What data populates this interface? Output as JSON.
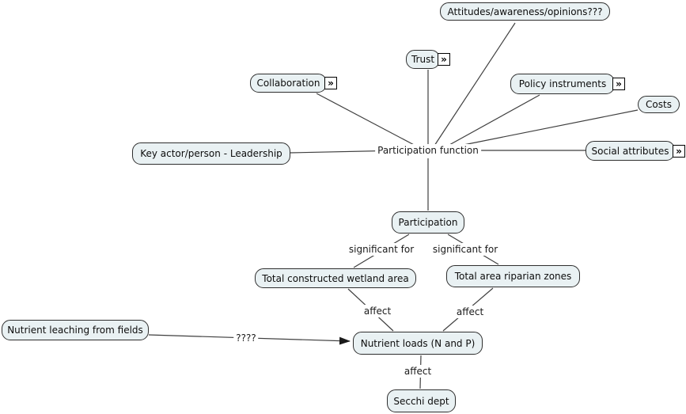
{
  "diagram": {
    "type": "concept-map",
    "background": "#ffffff",
    "node_fill": "#e9f1f3",
    "node_border": "#2e2e2e",
    "line_color": "#3f3f3f",
    "expand_icon_glyph": "»"
  },
  "nodes": [
    {
      "label": "Attitudes/awareness/opinions???",
      "expand": false
    },
    {
      "label": "Trust",
      "expand": true
    },
    {
      "label": "Collaboration",
      "expand": true
    },
    {
      "label": "Policy instruments",
      "expand": true
    },
    {
      "label": "Costs",
      "expand": false
    },
    {
      "label": "Key actor/person - Leadership",
      "expand": false
    },
    {
      "label": "Social attributes",
      "expand": true
    },
    {
      "label": "Participation",
      "expand": false
    },
    {
      "label": "Total constructed wetland area",
      "expand": false
    },
    {
      "label": "Total area riparian zones",
      "expand": false
    },
    {
      "label": "Nutrient leaching from fields",
      "expand": false
    },
    {
      "label": "Nutrient loads (N and P)",
      "expand": false
    },
    {
      "label": "Secchi dept",
      "expand": false
    }
  ],
  "link_labels": {
    "participation_function": "Participation function",
    "significant_for_left": "significant for",
    "significant_for_right": "significant for",
    "affect_left": "affect",
    "affect_right": "affect",
    "unknown_effect": "????",
    "affect_bottom": "affect"
  },
  "connections": [
    {
      "from": "Attitudes/awareness/opinions???",
      "to": "Participation function",
      "arrow": false
    },
    {
      "from": "Trust",
      "to": "Participation function",
      "arrow": false
    },
    {
      "from": "Collaboration",
      "to": "Participation function",
      "arrow": false
    },
    {
      "from": "Policy instruments",
      "to": "Participation function",
      "arrow": false
    },
    {
      "from": "Costs",
      "to": "Participation function",
      "arrow": false
    },
    {
      "from": "Key actor/person - Leadership",
      "to": "Participation function",
      "arrow": false
    },
    {
      "from": "Social attributes",
      "to": "Participation function",
      "arrow": false
    },
    {
      "from": "Participation function",
      "to": "Participation",
      "arrow": false
    },
    {
      "from": "Participation",
      "label": "significant for",
      "to": "Total constructed wetland area",
      "arrow": false
    },
    {
      "from": "Participation",
      "label": "significant for",
      "to": "Total area riparian zones",
      "arrow": false
    },
    {
      "from": "Total constructed wetland area",
      "label": "affect",
      "to": "Nutrient loads (N and P)",
      "arrow": false
    },
    {
      "from": "Total area riparian zones",
      "label": "affect",
      "to": "Nutrient loads (N and P)",
      "arrow": false
    },
    {
      "from": "Nutrient leaching from fields",
      "label": "????",
      "to": "Nutrient loads (N and P)",
      "arrow": true
    },
    {
      "from": "Nutrient loads (N and P)",
      "label": "affect",
      "to": "Secchi dept",
      "arrow": false
    }
  ]
}
